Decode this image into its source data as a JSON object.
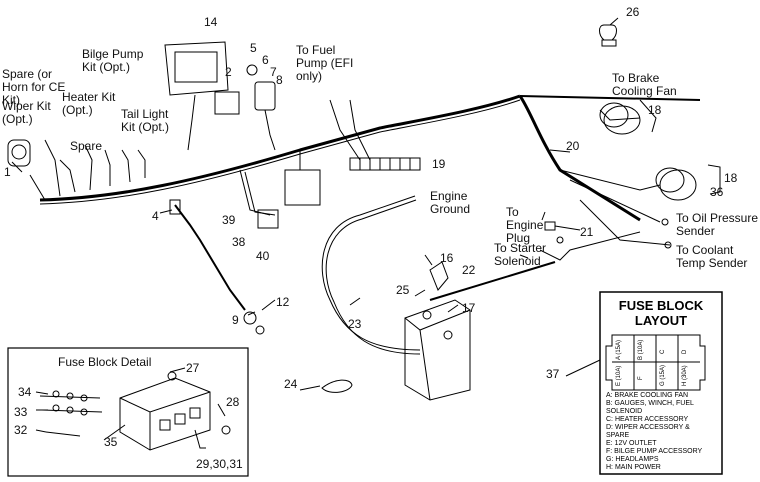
{
  "labels": {
    "spare_horn": "Spare (or Horn for CE Kit)",
    "wiper_kit": "Wiper Kit (Opt.)",
    "bilge_kit": "Bilge Pump Kit (Opt.)",
    "heater_kit": "Heater Kit (Opt.)",
    "spare": "Spare",
    "tail_light": "Tail Light Kit (Opt.)",
    "fuel_pump": "To Fuel Pump (EFI only)",
    "brake_fan": "To Brake Cooling Fan",
    "engine_ground": "Engine Ground",
    "engine_plug": "To Engine Plug",
    "starter_solenoid": "To Starter Solenoid",
    "oil_pressure": "To Oil Pressure Sender",
    "coolant_temp": "To Coolant Temp Sender",
    "fuse_block_detail": "Fuse Block Detail"
  },
  "callouts": {
    "n1": "1",
    "n2": "2",
    "n4": "4",
    "n5": "5",
    "n6": "6",
    "n7": "7",
    "n8": "8",
    "n9": "9",
    "n12": "12",
    "n14": "14",
    "n16": "16",
    "n17": "17",
    "n18a": "18",
    "n18b": "18",
    "n19": "19",
    "n20": "20",
    "n21": "21",
    "n22": "22",
    "n23": "23",
    "n24": "24",
    "n25": "25",
    "n26": "26",
    "n27": "27",
    "n28": "28",
    "n29": "29,30,31",
    "n32": "32",
    "n33": "33",
    "n34": "34",
    "n35": "35",
    "n36": "36",
    "n37": "37",
    "n38": "38",
    "n39": "39",
    "n40": "40"
  },
  "fuse_block_layout": {
    "title": "FUSE BLOCK LAYOUT",
    "slots": [
      "A (15A)",
      "B (10A)",
      "C",
      "D",
      "E (10A)",
      "F",
      "G (15A)",
      "H (30A)"
    ],
    "legend": [
      "A:  BRAKE COOLING FAN",
      "B:  GAUGES, WINCH, FUEL",
      "      SOLENOID",
      "C:  HEATER ACCESSORY",
      "D:  WIPER ACCESSORY &",
      "      SPARE",
      "E:  12V OUTLET",
      "F:  BILGE PUMP ACCESSORY",
      "G:  HEADLAMPS",
      "H:  MAIN POWER"
    ]
  }
}
